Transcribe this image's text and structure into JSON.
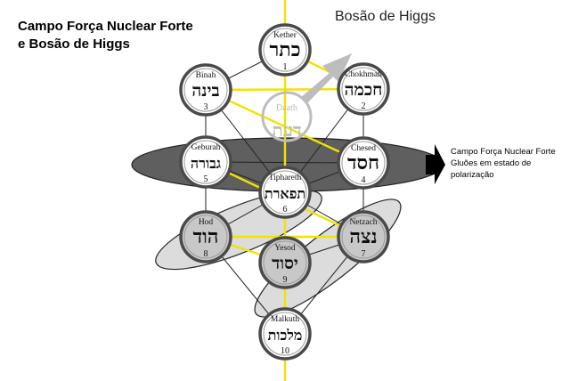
{
  "title_lines": [
    "Campo Força Nuclear Forte",
    "e Bosão de Higgs"
  ],
  "higgs_label": "Bosão de Higgs",
  "side_note_lines": [
    "Campo Força Nuclear Forte",
    "Gluões em estado de",
    "polarização"
  ],
  "colors": {
    "yellow": "#f2e200",
    "outer_ring": "#4a4a4a",
    "light_circle_fill": "#ffffff",
    "gray_circle_fill": "#c8c8c8",
    "big_ellipse_fill": "#5f5f5f",
    "small_ellipse_fill": "#dcdcdc",
    "daath_color": "#bdbdbd",
    "arrow_gray": "#bdbdbd",
    "arrow_black": "#000000"
  },
  "sephirot": [
    {
      "id": "kether",
      "name": "Kether",
      "hebrew": "כתר",
      "number": "1",
      "fill": "light"
    },
    {
      "id": "chokhmah",
      "name": "Chokhmah",
      "hebrew": "חכמה",
      "number": "2",
      "fill": "light"
    },
    {
      "id": "binah",
      "name": "Binah",
      "hebrew": "בינה",
      "number": "3",
      "fill": "light"
    },
    {
      "id": "chesed",
      "name": "Chesed",
      "hebrew": "חסד",
      "number": "4",
      "fill": "light"
    },
    {
      "id": "geburah",
      "name": "Geburah",
      "hebrew": "גבורה",
      "number": "5",
      "fill": "light"
    },
    {
      "id": "tiphareth",
      "name": "Tiphareth",
      "hebrew": "תפארת",
      "number": "6",
      "fill": "light"
    },
    {
      "id": "netzach",
      "name": "Netzach",
      "hebrew": "נצה",
      "number": "7",
      "fill": "gray"
    },
    {
      "id": "hod",
      "name": "Hod",
      "hebrew": "הוד",
      "number": "8",
      "fill": "gray"
    },
    {
      "id": "yesod",
      "name": "Yesod",
      "hebrew": "יסוד",
      "number": "9",
      "fill": "gray"
    },
    {
      "id": "malkuth",
      "name": "Malkuth",
      "hebrew": "מלכות",
      "number": "10",
      "fill": "light"
    }
  ],
  "daath": {
    "name": "Daath",
    "hebrew": "דעת"
  }
}
